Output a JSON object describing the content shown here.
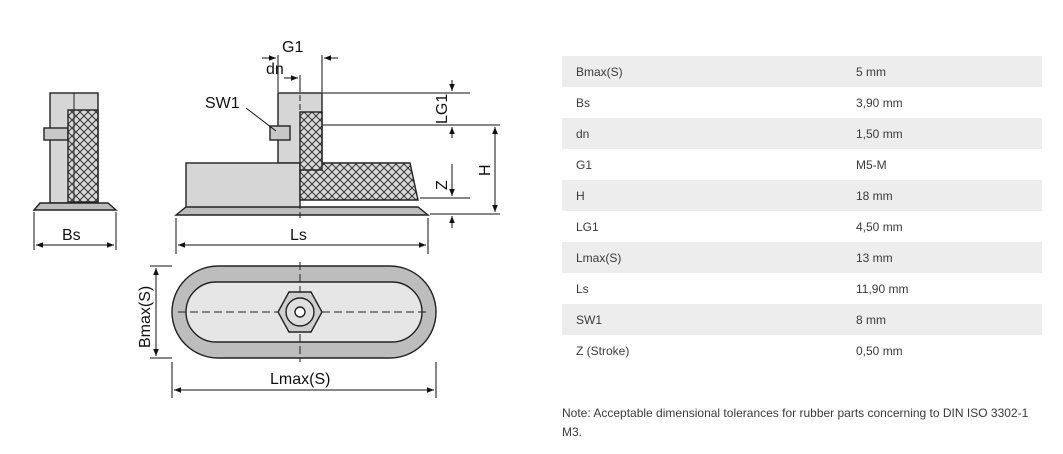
{
  "drawing": {
    "labels": {
      "g1": "G1",
      "dn": "dn",
      "sw1": "SW1",
      "lg1": "LG1",
      "z": "Z",
      "h": "H",
      "bs": "Bs",
      "ls": "Ls",
      "bmax": "Bmax(S)",
      "lmax": "Lmax(S)"
    }
  },
  "specs": [
    {
      "param": "Bmax(S)",
      "value": "5 mm"
    },
    {
      "param": "Bs",
      "value": "3,90 mm"
    },
    {
      "param": "dn",
      "value": "1,50 mm"
    },
    {
      "param": "G1",
      "value": "M5-M"
    },
    {
      "param": "H",
      "value": "18 mm"
    },
    {
      "param": "LG1",
      "value": "4,50 mm"
    },
    {
      "param": "Lmax(S)",
      "value": "13 mm"
    },
    {
      "param": "Ls",
      "value": "11,90 mm"
    },
    {
      "param": "SW1",
      "value": "8 mm"
    },
    {
      "param": "Z (Stroke)",
      "value": "0,50 mm"
    }
  ],
  "note": "Note: Acceptable dimensional tolerances for rubber parts concerning to DIN ISO 3302-1 M3."
}
